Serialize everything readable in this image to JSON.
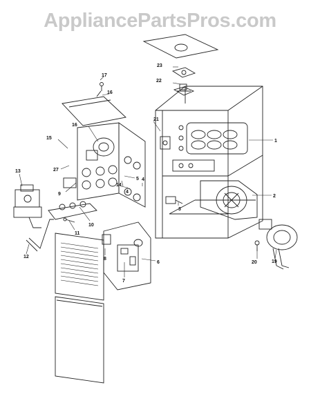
{
  "watermark": "AppliancePartsPros.com",
  "callouts": [
    {
      "id": "c1",
      "text": "1"
    },
    {
      "id": "c2",
      "text": "2"
    },
    {
      "id": "c3",
      "text": "3"
    },
    {
      "id": "c4",
      "text": "4"
    },
    {
      "id": "c5",
      "text": "5"
    },
    {
      "id": "c6",
      "text": "6"
    },
    {
      "id": "c7",
      "text": "7"
    },
    {
      "id": "c8",
      "text": "8"
    },
    {
      "id": "c9",
      "text": "9"
    },
    {
      "id": "c10",
      "text": "10"
    },
    {
      "id": "c11",
      "text": "11"
    },
    {
      "id": "c12",
      "text": "12"
    },
    {
      "id": "c13",
      "text": "13"
    },
    {
      "id": "c14",
      "text": "14"
    },
    {
      "id": "c15",
      "text": "15"
    },
    {
      "id": "c16a",
      "text": "16"
    },
    {
      "id": "c16b",
      "text": "16"
    },
    {
      "id": "c17",
      "text": "17"
    },
    {
      "id": "c19",
      "text": "19"
    },
    {
      "id": "c20",
      "text": "20"
    },
    {
      "id": "c21",
      "text": "21"
    },
    {
      "id": "c22",
      "text": "22"
    },
    {
      "id": "c23",
      "text": "23"
    },
    {
      "id": "c4b",
      "text": "4"
    },
    {
      "id": "c27",
      "text": "27"
    }
  ]
}
